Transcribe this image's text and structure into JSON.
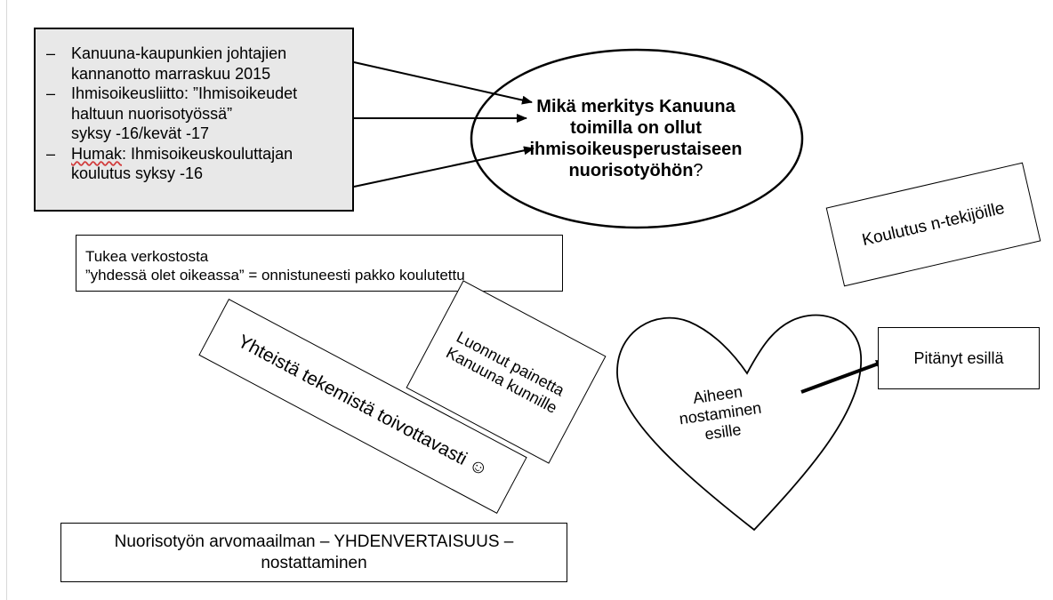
{
  "sources": {
    "items": [
      {
        "lines": [
          "Kanuuna-kaupunkien johtajien",
          "kannanotto marraskuu 2015"
        ]
      },
      {
        "lines": [
          "Ihmisoikeusliitto: ”Ihmisoikeudet",
          "haltuun nuorisotyössä”",
          "syksy -16/kevät -17"
        ]
      },
      {
        "underlined": "Humak",
        "first_rest": ": Ihmisoikeuskouluttajan",
        "lines": [
          "koulutus syksy -16"
        ]
      }
    ]
  },
  "question": {
    "line1": "Mikä merkitys Kanuuna",
    "line2": "toimilla on ollut",
    "line3": "ihmisoikeusperustaiseen",
    "line4": "nuorisotyöhön",
    "mark": "?"
  },
  "support": {
    "line1": "Tukea verkostosta",
    "line2": "”yhdessä olet oikeassa” = onnistuneesti pakko koulutettu"
  },
  "training": "Koulutus n-tekijöille",
  "network": {
    "line1": "Luonnut painetta",
    "line2": "Kanuuna kunnille"
  },
  "common": "Yhteistä tekemistä toivottavasti ☺",
  "heart": {
    "line1": "Aiheen",
    "line2": "nostaminen",
    "line3": "esille"
  },
  "kept": "Pitänyt esillä",
  "values": {
    "line1": "Nuorisotyön arvomaailman – YHDENVERTAISUUS –",
    "line2": "nostattaminen"
  }
}
